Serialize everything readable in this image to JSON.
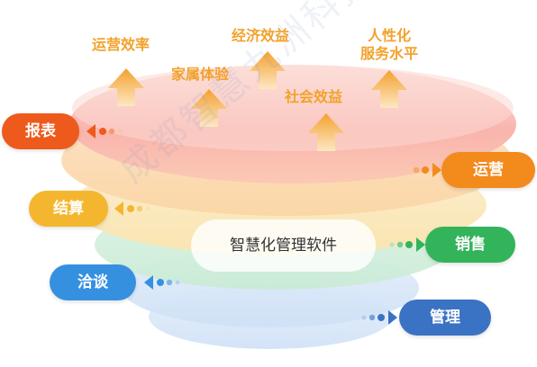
{
  "diagram": {
    "benefits": [
      {
        "label": "运营效率"
      },
      {
        "label": "家属体验"
      },
      {
        "label": "经济效益"
      },
      {
        "label": "社会效益"
      },
      {
        "label": "人性化",
        "label2": "服务水平"
      }
    ],
    "left_labels": {
      "report": "报表",
      "settlement": "结算",
      "negotiation": "洽谈"
    },
    "right_labels": {
      "operation": "运营",
      "sales": "销售",
      "management": "管理"
    },
    "center": "智慧化管理软件",
    "watermark": "成都智慧九洲科技有限公司"
  },
  "colors": {
    "report": "#ee5a1c",
    "settlement": "#f5b62f",
    "negotiation": "#3690e0",
    "operation": "#f38a1c",
    "sales": "#33b45a",
    "management": "#3a72c4",
    "arrow": "#f5a93a"
  }
}
